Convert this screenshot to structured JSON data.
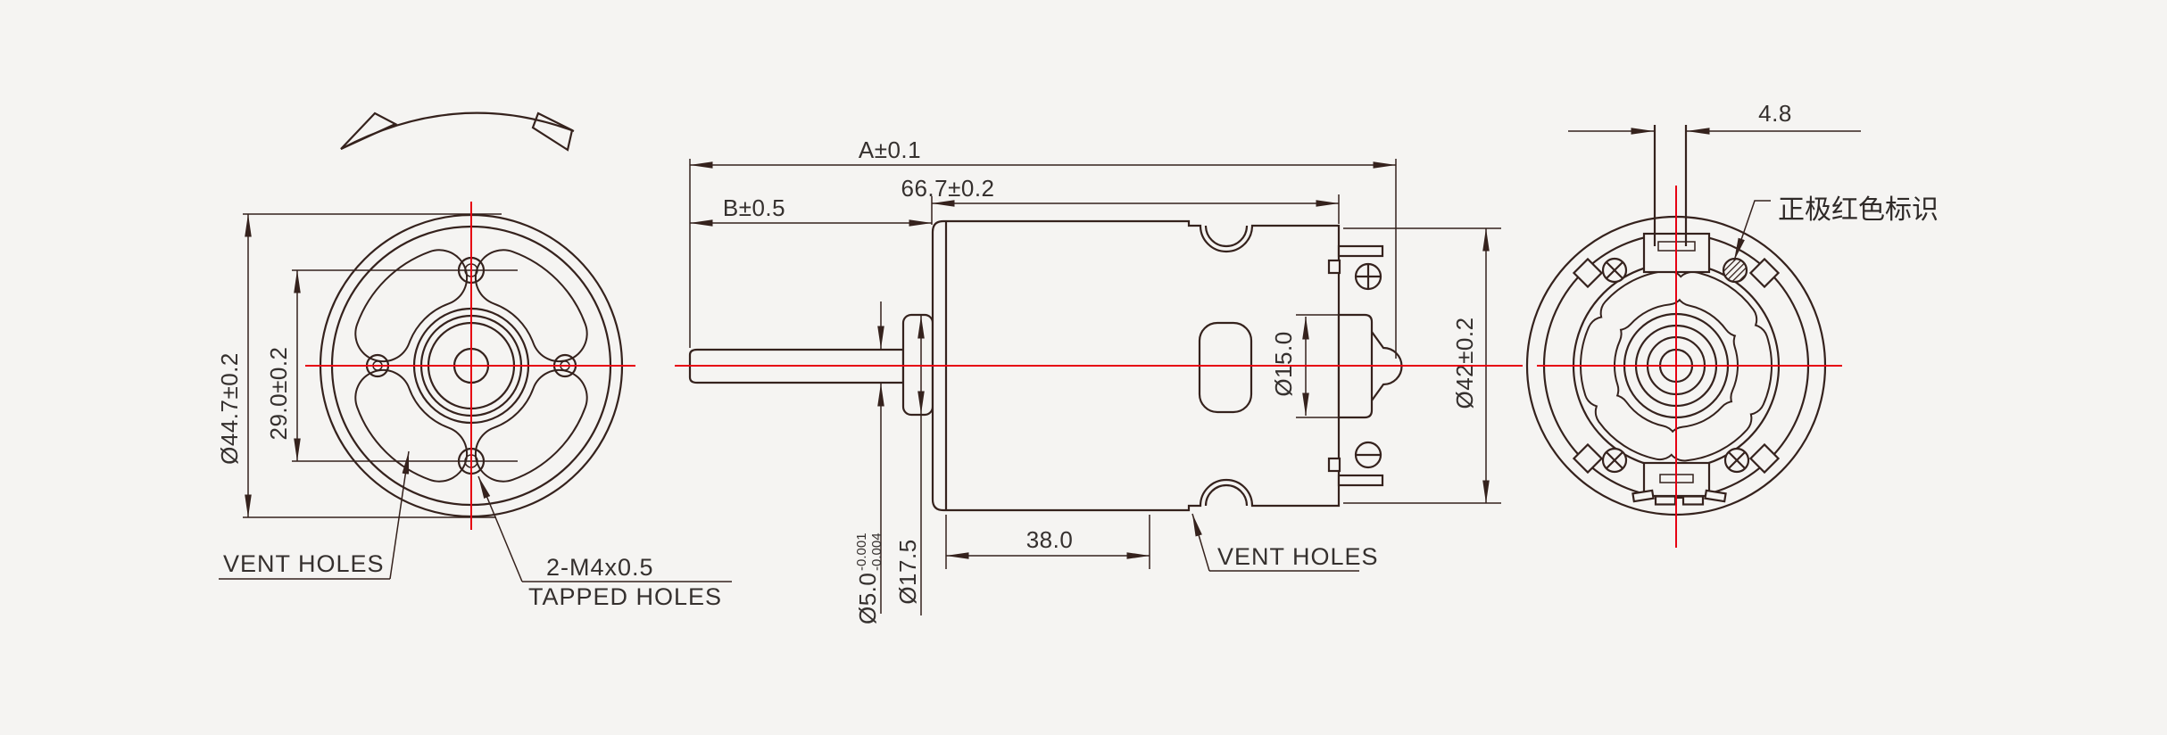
{
  "background_color": "#f5f4f2",
  "line_color": "#35221d",
  "centerline_color": "#e60012",
  "front_view": {
    "dim_outer_diameter": "Ø44.7±0.2",
    "dim_hole_pitch": "29.0±0.2",
    "vent_holes_label": "VENT HOLES",
    "tapped_holes_line1": "2-M4x0.5",
    "tapped_holes_line2": "TAPPED HOLES"
  },
  "side_view": {
    "dim_total_length": "A±0.1",
    "dim_case_length": "66.7±0.2",
    "dim_shaft_length": "B±0.5",
    "dim_shaft_diameter": "Ø5.0",
    "dim_shaft_tol_upper": "-0.001",
    "dim_shaft_tol_lower": "-0.004",
    "dim_front_boss_diameter": "Ø17.5",
    "dim_magnet_length": "38.0",
    "dim_rear_boss_diameter": "Ø15.0",
    "dim_case_diameter": "Ø42±0.2",
    "vent_holes_label": "VENT HOLES"
  },
  "rear_view": {
    "dim_terminal_width": "4.8",
    "positive_marking_label": "正极红色标识"
  }
}
